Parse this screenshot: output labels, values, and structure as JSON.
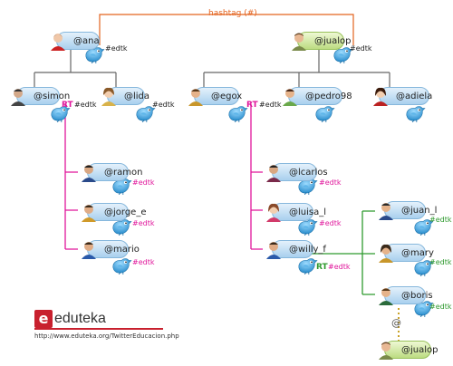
{
  "title": "hashtag (#)",
  "hashtag": "#edtk",
  "rt": "RT",
  "at": "@",
  "colors": {
    "orange": "#e3631f",
    "pink": "#e0169b",
    "green": "#2f9a2f",
    "gray": "#666666",
    "gold": "#c9a227",
    "red": "#c8202e"
  },
  "nodes": {
    "ana": "@ana",
    "jualop": "@jualop",
    "simon": "@simon",
    "lida": "@lida",
    "egox": "@egox",
    "pedro98": "@pedro98",
    "adiela": "@adiela",
    "ramon": "@ramon",
    "jorge_e": "@jorge_e",
    "mario": "@mario",
    "lcarlos": "@lcarlos",
    "luisa_l": "@luisa_l",
    "willy_f": "@willy_f",
    "juan_l": "@juan_l",
    "mary": "@mary",
    "boris": "@boris",
    "jualop2": "@jualop"
  },
  "brand": {
    "e": "e",
    "word": "eduteka",
    "url": "http://www.eduteka.org/TwitterEducacion.php"
  }
}
